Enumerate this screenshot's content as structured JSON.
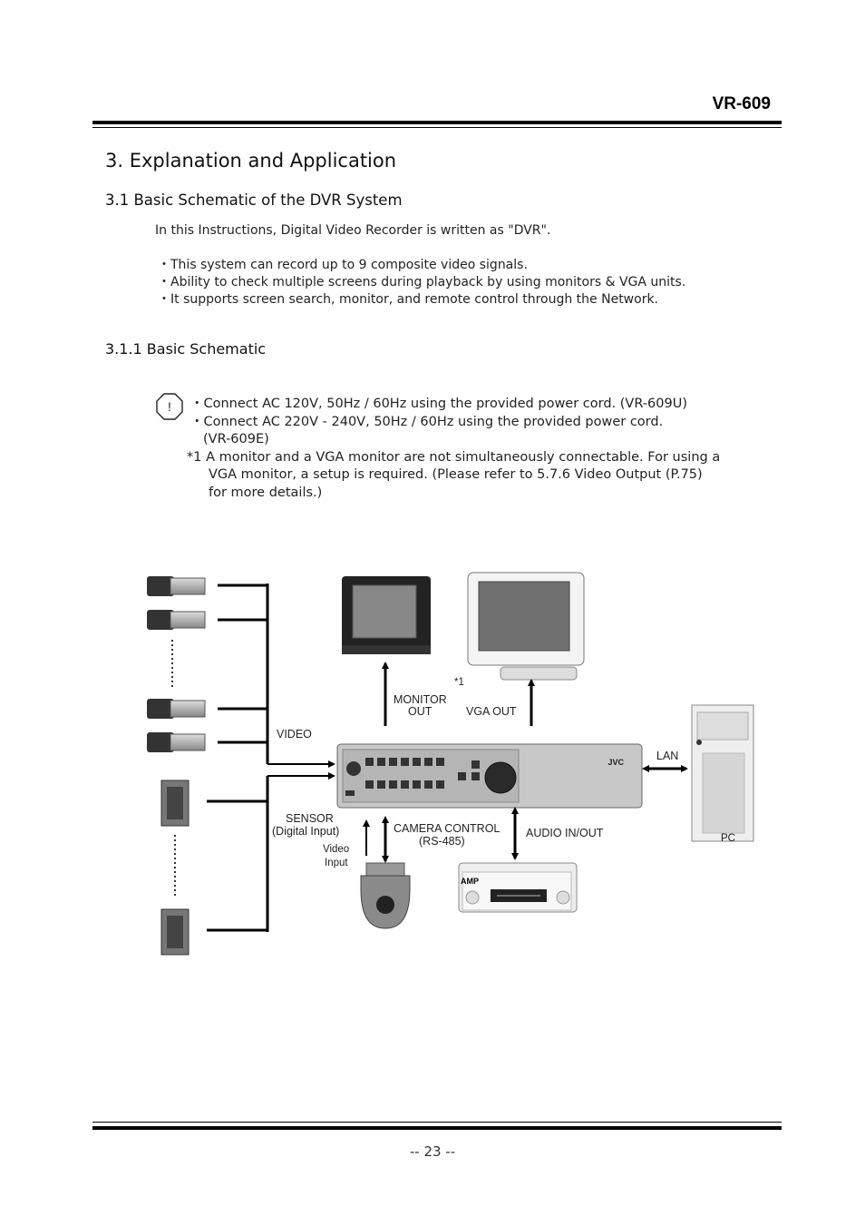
{
  "header": {
    "model": "VR-609"
  },
  "section": {
    "title": "3. Explanation and Application",
    "subtitle": "3.1  Basic Schematic of the DVR System",
    "intro": "In this Instructions, Digital Video Recorder is written as \"DVR\".",
    "bullets": [
      "・This system can record up to 9 composite video signals.",
      "・Ability to check multiple screens during playback by using monitors & VGA units.",
      "・It supports screen search, monitor, and remote control through the Network."
    ],
    "subsection": "3.1.1  Basic Schematic",
    "note": {
      "icon": "caution-icon",
      "lines": [
        "・Connect  AC 120V, 50Hz / 60Hz using the provided power cord. (VR-609U)",
        "・Connect  AC 220V - 240V, 50Hz / 60Hz using the provided power cord.",
        "(VR-609E)",
        "*1 A monitor and a VGA monitor are not simultaneously connectable. For using a",
        "VGA monitor, a setup is required. (Please refer to 5.7.6 Video Output (P.75)",
        "for more details.)"
      ]
    }
  },
  "diagram": {
    "labels": {
      "monitor_out_1": "MONITOR",
      "monitor_out_2": "OUT",
      "vga_out": "VGA OUT",
      "star1": "*1",
      "video": "VIDEO",
      "lan": "LAN",
      "sensor_1": "SENSOR",
      "sensor_2": "(Digital Input)",
      "camera_control_1": "CAMERA CONTROL",
      "camera_control_2": "(RS-485)",
      "audio": "AUDIO IN/OUT",
      "video_input_1": "Video",
      "video_input_2": "Input",
      "pc": "PC",
      "amp": "AMP",
      "brand": "JVC"
    }
  },
  "footer": {
    "page": "-- 23 --"
  }
}
